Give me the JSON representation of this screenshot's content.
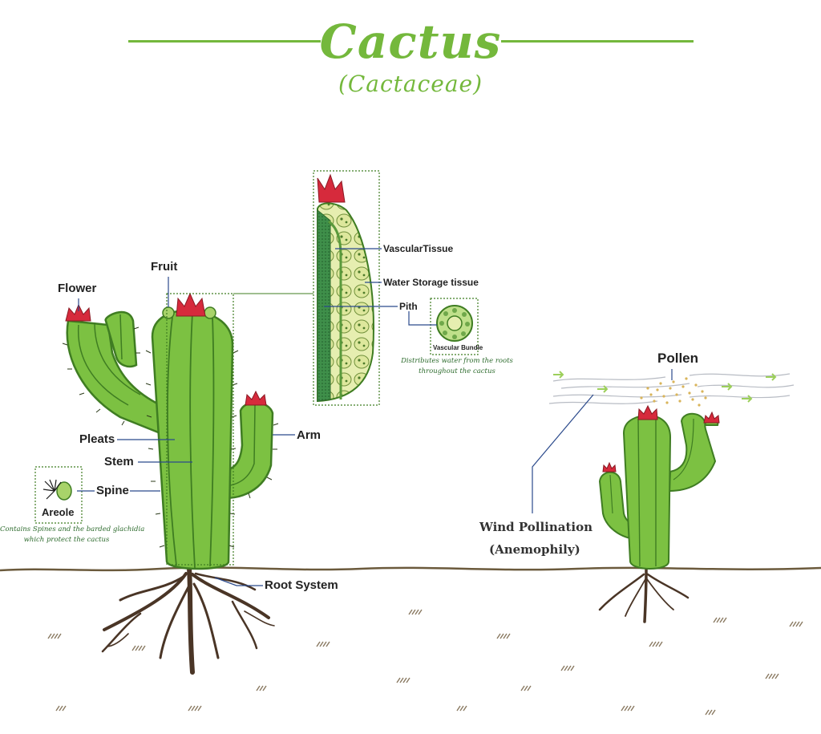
{
  "header": {
    "title": "Cactus",
    "subtitle": "(Cactaceae)"
  },
  "labels": {
    "flower": "Flower",
    "fruit": "Fruit",
    "pleats": "Pleats",
    "stem": "Stem",
    "spine": "Spine",
    "arm": "Arm",
    "root_system": "Root System",
    "vascular_tissue": "VascularTissue",
    "water_storage": "Water Storage tissue",
    "pith": "Pith",
    "vascular_bundle": "Vascular Bundle",
    "areole": "Areole",
    "pollen": "Pollen",
    "wind_pollination": "Wind Pollination",
    "anemophily": "(Anemophily)"
  },
  "notes": {
    "vascular_bundle_line1": "Distributes water from the roots",
    "vascular_bundle_line2": "throughout the cactus",
    "areole_line1": "Contains Spines and the barded glachidia",
    "areole_line2": "which protect the cactus"
  },
  "colors": {
    "accent": "#74b83c",
    "cactus_green": "#7cc142",
    "cactus_dark": "#3f7d22",
    "flower_red": "#d62a3c",
    "soil_line": "#6b5a3c",
    "root_brown": "#4a3526",
    "label_text": "#222222",
    "note_text": "#2d6b2d",
    "leader_line": "#2b4a8c"
  }
}
